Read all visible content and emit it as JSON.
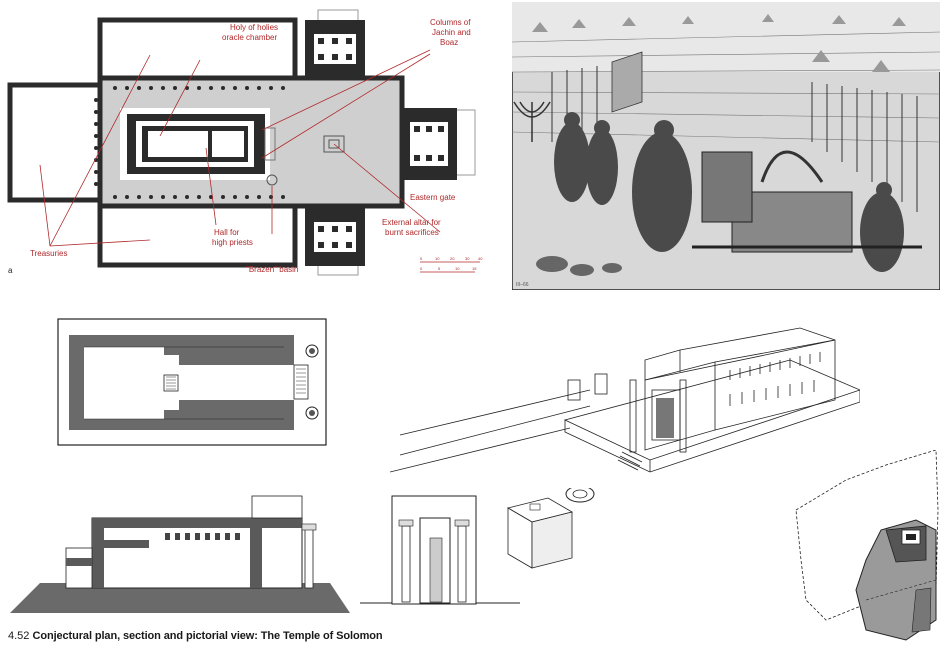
{
  "plan_labels": {
    "holy_of_holies_1": "Holy of holies",
    "holy_of_holies_2": "oracle chamber",
    "columns_1": "Columns of",
    "columns_2": "Jachin and",
    "columns_3": "Boaz",
    "eastern_gate": "Eastern gate",
    "external_altar_1": "External altar for",
    "external_altar_2": "burnt sacrifices",
    "hall_1": "Hall for",
    "hall_2": "high priests",
    "treasuries": "Treasuries",
    "basin": "\"Brazen\" basin",
    "panel_letter": "a"
  },
  "scale_bars": {
    "top": [
      "0",
      "10",
      "20",
      "30",
      "40"
    ],
    "bottom": [
      "0",
      "5",
      "10",
      "15"
    ]
  },
  "engraving_ref": "III–66",
  "caption": {
    "number": "4.52",
    "title": "Conjectural plan, section and pictorial view: The Temple of Solomon"
  },
  "colors": {
    "label_red": "#b0282a",
    "wall": "#2b2b2b",
    "court": "#cfcfcf",
    "site": "#9a9a9a"
  }
}
